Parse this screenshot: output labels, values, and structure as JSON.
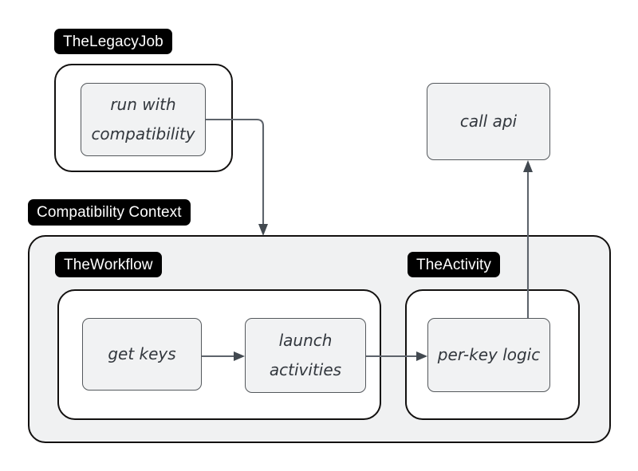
{
  "diagram": {
    "title": "Compatibility Context workflow diagram",
    "background": "#ffffff",
    "badge_bg": "#000000",
    "badge_fg": "#ffffff",
    "node_fill": "#f1f2f3",
    "node_stroke": "#54585c",
    "group_stroke": "#12100f",
    "context_fill": "#f0f1f2",
    "edge_color": "#5d636b"
  },
  "groups": {
    "legacy_job": {
      "label": "TheLegacyJob"
    },
    "compat_context": {
      "label": "Compatibility Context"
    },
    "workflow": {
      "label": "TheWorkflow"
    },
    "activity": {
      "label": "TheActivity"
    }
  },
  "nodes": {
    "run_with_compatibility": {
      "label": "run with\ncompatibility"
    },
    "call_api": {
      "label": "call api"
    },
    "get_keys": {
      "label": "get keys"
    },
    "launch_activities": {
      "label": "launch\nactivities"
    },
    "per_key_logic": {
      "label": "per-key logic"
    }
  },
  "edges": [
    {
      "name": "run-with-compatibility-to-compatibility-context",
      "from": "run_with_compatibility",
      "to": "compat_context",
      "label": ""
    },
    {
      "name": "get-keys-to-launch-activities",
      "from": "get_keys",
      "to": "launch_activities",
      "label": ""
    },
    {
      "name": "launch-activities-to-per-key-logic",
      "from": "launch_activities",
      "to": "per_key_logic",
      "label": ""
    },
    {
      "name": "per-key-logic-to-call-api",
      "from": "per_key_logic",
      "to": "call_api",
      "label": ""
    }
  ]
}
